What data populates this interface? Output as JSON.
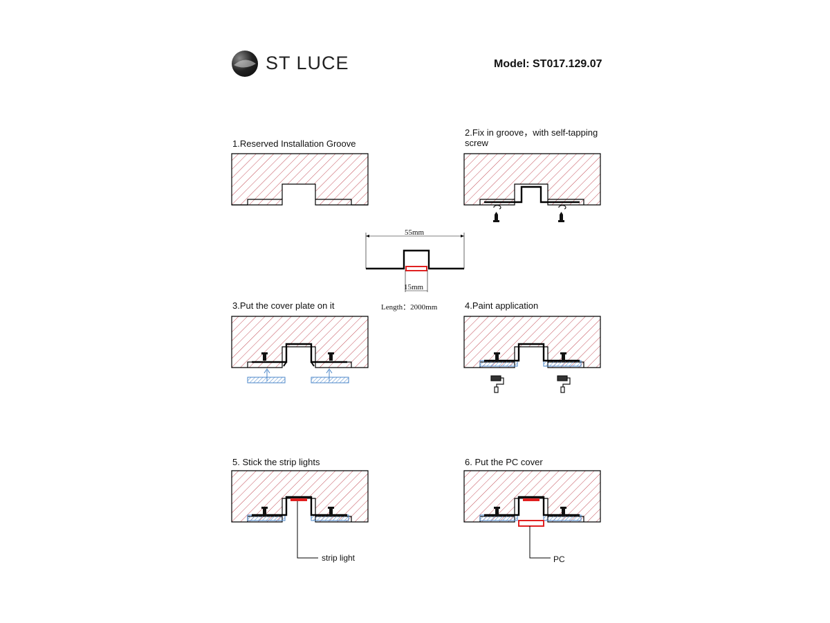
{
  "brand": {
    "name": "ST LUCE"
  },
  "model": "Model: ST017.129.07",
  "steps": [
    {
      "label": "1.Reserved Installation Groove"
    },
    {
      "label": "2.Fix in groove，with self-tapping screw"
    },
    {
      "label": "3.Put the cover plate on it"
    },
    {
      "label": "4.Paint application"
    },
    {
      "label": "5. Stick the strip lights"
    },
    {
      "label": "6. Put the PC cover"
    }
  ],
  "profile": {
    "width_label": "55mm",
    "inner_label": "15mm",
    "length_label": "Length：2000mm"
  },
  "callouts": {
    "strip_light": "strip light",
    "pc": "PC"
  },
  "colors": {
    "hatch": "#c4505a",
    "outline": "#000000",
    "cover_plate": "#4a86c8",
    "pc_cover": "#e02020"
  }
}
